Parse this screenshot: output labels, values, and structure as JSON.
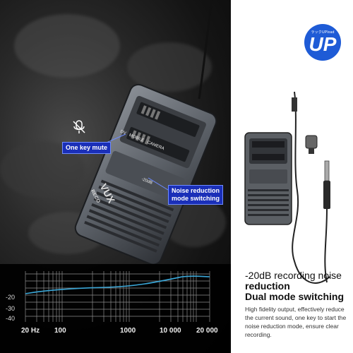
{
  "badge": {
    "small": "ラックUPload",
    "big": "UP"
  },
  "callouts": {
    "mute": "One key mute",
    "noise_line1": "Noise reduction",
    "noise_line2": "mode switching"
  },
  "device": {
    "brand": "VUX",
    "brand_sub": "RECO",
    "modes": [
      "DV",
      "MOBILE",
      "CAMERA"
    ],
    "gain": [
      "-20dB"
    ]
  },
  "graph": {
    "y_ticks": [
      "-20",
      "-30",
      "-40"
    ],
    "x_ticks": [
      "20 Hz",
      "100",
      "1000",
      "10 000",
      "20 000"
    ]
  },
  "product": {
    "title_line1": "-20dB recording noise",
    "title_line2": "reduction",
    "title_line3": "Dual mode switching",
    "description": "High fidelity output, effectively reduce the current sound, one key to start the noise reduction mode, ensure clear recording."
  },
  "colors": {
    "accent_blue": "#1e5bd6",
    "callout_blue": "#1a2fb8",
    "curve": "#3aa7d8"
  }
}
